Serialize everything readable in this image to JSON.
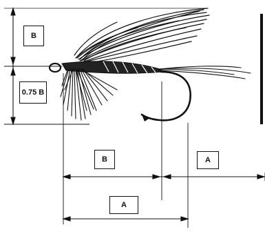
{
  "labels": {
    "wing_height": "B",
    "hackle_length": "0.75 B",
    "shank_length": "B",
    "tail_length": "A",
    "hook_length": "A"
  },
  "colors": {
    "ink": "#111111",
    "background": "#ffffff"
  }
}
